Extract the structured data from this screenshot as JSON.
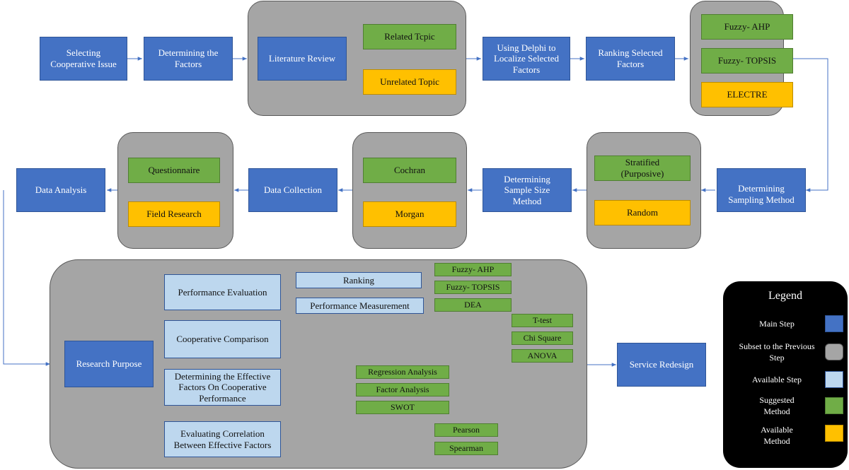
{
  "colors": {
    "main_step": "#4472c4",
    "subset": "#a5a5a5",
    "available_step": "#bdd7ee",
    "suggested": "#70ad47",
    "available_method": "#ffc000",
    "legend_bg": "#000000"
  },
  "row1": {
    "selecting": "Selecting Cooperative Issue",
    "determining_factors": "Determining the Factors",
    "lit_review": "Literature Review",
    "related": "Related Tcpic",
    "unrelated": "Unrelated Topic",
    "delphi": "Using Delphi to Localize Selected Factors",
    "ranking_selected": "Ranking Selected Factors",
    "fuzzy_ahp": "Fuzzy- AHP",
    "fuzzy_topsis": "Fuzzy- TOPSIS",
    "electre": "ELECTRE"
  },
  "row2": {
    "sampling_method": "Determining Sampling Method",
    "stratified": "Stratified (Purposive)",
    "random": "Random",
    "sample_size": "Determining Sample Size Method",
    "cochran": "Cochran",
    "morgan": "Morgan",
    "data_collection": "Data Collection",
    "questionnaire": "Questionnaire",
    "field_research": "Field Research",
    "data_analysis": "Data Analysis"
  },
  "row3": {
    "research_purpose": "Research Purpose",
    "perf_eval": "Performance Evaluation",
    "ranking": "Ranking",
    "perf_meas": "Performance Measurement",
    "fuzzy_ahp": "Fuzzy- AHP",
    "fuzzy_topsis": "Fuzzy- TOPSIS",
    "dea": "DEA",
    "coop_comp": "Cooperative Comparison",
    "ttest": "T-test",
    "chi": "Chi Square",
    "anova": "ANOVA",
    "effective": "Determining the Effective Factors On Cooperative Performance",
    "regression": "Regression Analysis",
    "factor": "Factor Analysis",
    "swot": "SWOT",
    "correlation": "Evaluating Correlation Between Effective Factors",
    "pearson": "Pearson",
    "spearman": "Spearman",
    "service_redesign": "Service Redesign"
  },
  "legend": {
    "title": "Legend",
    "main_step": "Main Step",
    "subset": "Subset to the Previous Step",
    "available_step": "Available Step",
    "suggested": "Suggested Method",
    "available_method": "Available Method"
  }
}
